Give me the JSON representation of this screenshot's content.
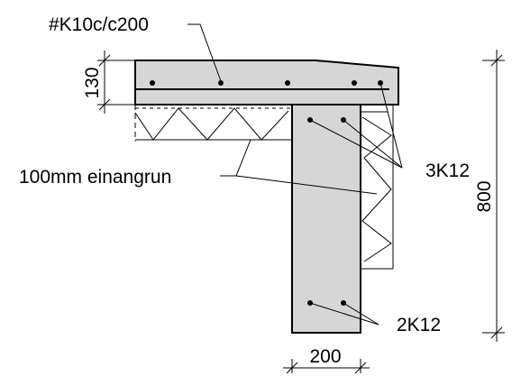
{
  "labels": {
    "slab_mesh": "#K10c/c200",
    "slab_thickness": "130",
    "insulation": "100mm einangrun",
    "top_bars": "3K12",
    "height": "800",
    "bottom_bars": "2K12",
    "width": "200"
  },
  "colors": {
    "concrete": "#d6d6d6",
    "line": "#000000",
    "background": "#ffffff"
  }
}
